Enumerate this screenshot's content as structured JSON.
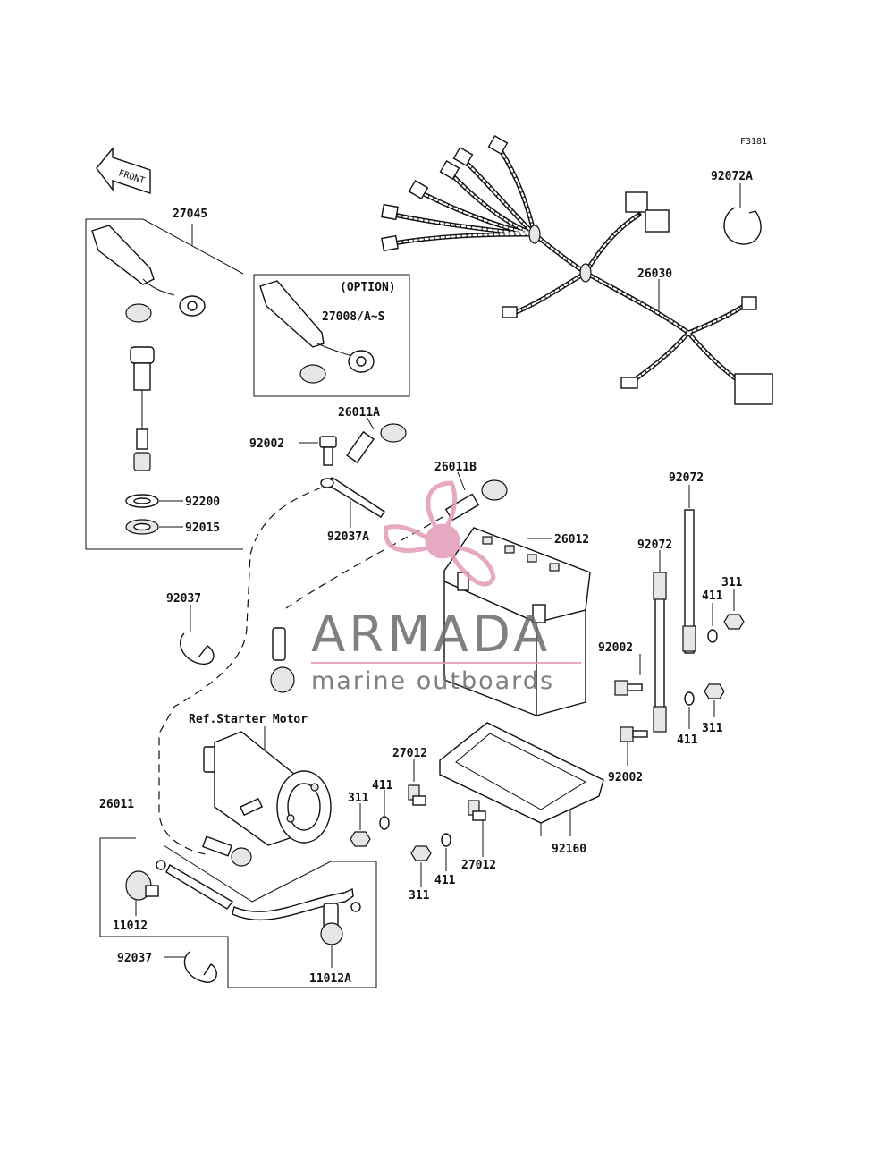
{
  "figure_code": "F3181",
  "front_arrow_label": "FRONT",
  "option_label": "(OPTION)",
  "ref_label": "Ref.Starter Motor",
  "part_labels": {
    "p27045": "27045",
    "p27008": "27008/A~S",
    "p26030": "26030",
    "p92072A": "92072A",
    "p92200": "92200",
    "p92015": "92015",
    "p26011A": "26011A",
    "p92002_top": "92002",
    "p26011B": "26011B",
    "p26012": "26012",
    "p92037A": "92037A",
    "p92037_left": "92037",
    "p92072_a": "92072",
    "p92072_b": "92072",
    "p411_a": "411",
    "p311_a": "311",
    "p92002_mid": "92002",
    "p411_b": "411",
    "p311_b": "311",
    "p92002_low": "92002",
    "p27012_a": "27012",
    "p411_c": "411",
    "p311_c": "311",
    "p27012_b": "27012",
    "p411_d": "411",
    "p311_d": "311",
    "p92160": "92160",
    "p26011": "26011",
    "p11012": "11012",
    "p92037_bottom": "92037",
    "p11012A": "11012A"
  },
  "watermark": {
    "brand": "ARMADA",
    "tagline": "marine outboards",
    "accent_color": "#e39ab8"
  }
}
